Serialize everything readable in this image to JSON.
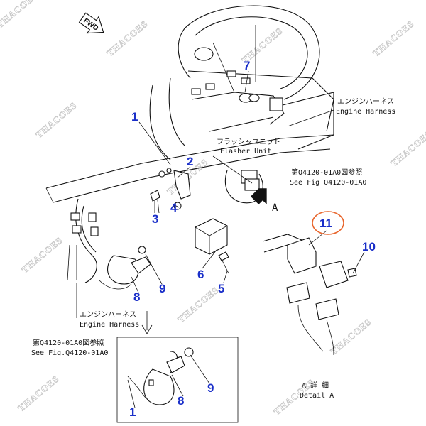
{
  "fwd_badge": "FWD",
  "detail_marker": "A",
  "labels": {
    "engine_harness_top_jp": "エンジンハーネス",
    "engine_harness_top_en": "Engine Harness",
    "flasher_jp": "フラッシャユニット",
    "flasher_en": "Flasher Unit",
    "see_fig_right_jp": "第Q4120-01A0図参照",
    "see_fig_right_en": "See Fig Q4120-01A0",
    "engine_harness_left_jp": "エンジンハーネス",
    "engine_harness_left_en": "Engine Harness",
    "see_fig_left_jp": "第Q4120-01A0図参照",
    "see_fig_left_en": "See Fig.Q4120-01A0",
    "detail_jp": "A 詳 細",
    "detail_en": "Detail A"
  },
  "callouts": {
    "c1_main": "1",
    "c2": "2",
    "c3": "3",
    "c4": "4",
    "c5": "5",
    "c6": "6",
    "c7": "7",
    "c8_main": "8",
    "c9_main": "9",
    "c10": "10",
    "c11": "11",
    "c1_inset": "1",
    "c8_inset": "8",
    "c9_inset": "9"
  },
  "watermark": "THACOES",
  "colors": {
    "callout": "#1a2fc9",
    "highlight_circle": "#e8642a",
    "line": "#111111",
    "watermark": "#c9c9c9"
  }
}
